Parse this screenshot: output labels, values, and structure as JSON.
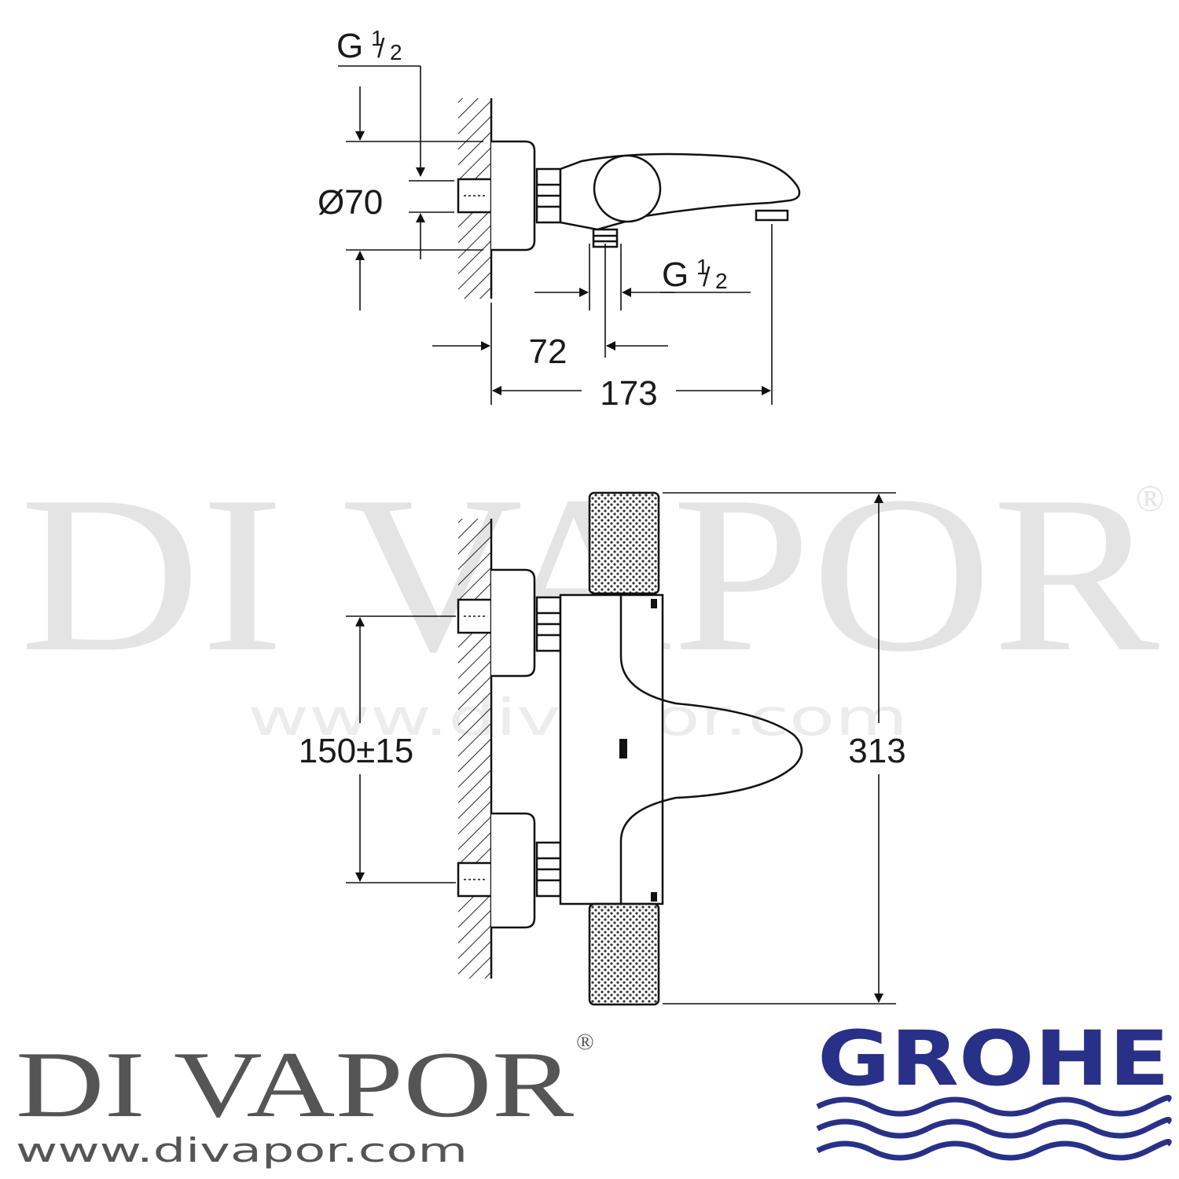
{
  "watermark": {
    "name": "DI VAPOR",
    "registered": "®",
    "url": "www.divapor.com"
  },
  "top_view": {
    "inlet_thread_label": {
      "prefix": "G",
      "num": "1",
      "den": "2"
    },
    "diameter_label": "Ø70",
    "outlet_thread_label": {
      "prefix": "G",
      "num": "1",
      "den": "2"
    },
    "outlet_offset_label": "72",
    "projection_label": "173"
  },
  "front_view": {
    "centres_label": "150±15",
    "height_label": "313"
  },
  "footer": {
    "divapor_name": "DI VAPOR",
    "divapor_registered": "®",
    "divapor_url": "www.divapor.com",
    "brand_name": "GROHE",
    "brand_color": "#283087"
  }
}
